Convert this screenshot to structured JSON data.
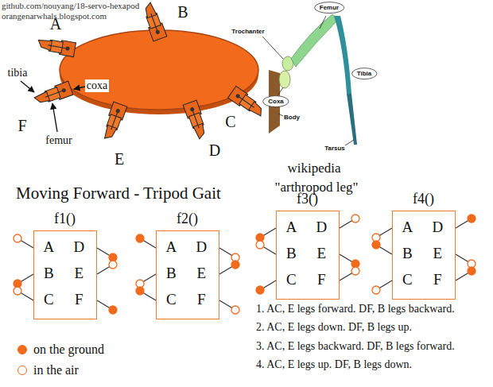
{
  "diagram": {
    "title": "Moving Forward - Tripod Gait",
    "nodes": [
      {
        "text": [
          "Femur"
        ]
      },
      {
        "text": [
          "Tibia"
        ]
      },
      {
        "text": [
          "Coxa"
        ]
      },
      {
        "text": [
          "f1()",
          "A",
          "D",
          "B",
          "E",
          "C",
          "F"
        ]
      },
      {
        "text": [
          "f2()",
          "A",
          "D",
          "B",
          "E",
          "C",
          "F"
        ]
      },
      {
        "text": [
          "f3()",
          "A",
          "D",
          "B",
          "E",
          "C",
          "F"
        ]
      },
      {
        "text": [
          "f4()",
          "A",
          "D",
          "B",
          "E",
          "C",
          "F"
        ]
      }
    ],
    "labels": [
      "github.com/nouyang/18-servo-hexapod",
      "orangenarwhals.blogspot.com",
      "A",
      "B",
      "C",
      "D",
      "E",
      "F",
      "tibia",
      "femur",
      "coxa",
      "Trochanter",
      "Body",
      "Tarsus",
      "wikipedia",
      "\"arthropod leg\"",
      "1. AC, E legs forward. DF, B legs backward.",
      "2. AC, E legs down. DF, B legs up.",
      "3. AC, E legs backward. DF, B legs forward.",
      "4. AC, E legs up. DF, B legs down."
    ],
    "legend": [
      {
        "text": "on the ground",
        "color": "#f26a1c"
      },
      {
        "text": "in the air"
      }
    ]
  }
}
